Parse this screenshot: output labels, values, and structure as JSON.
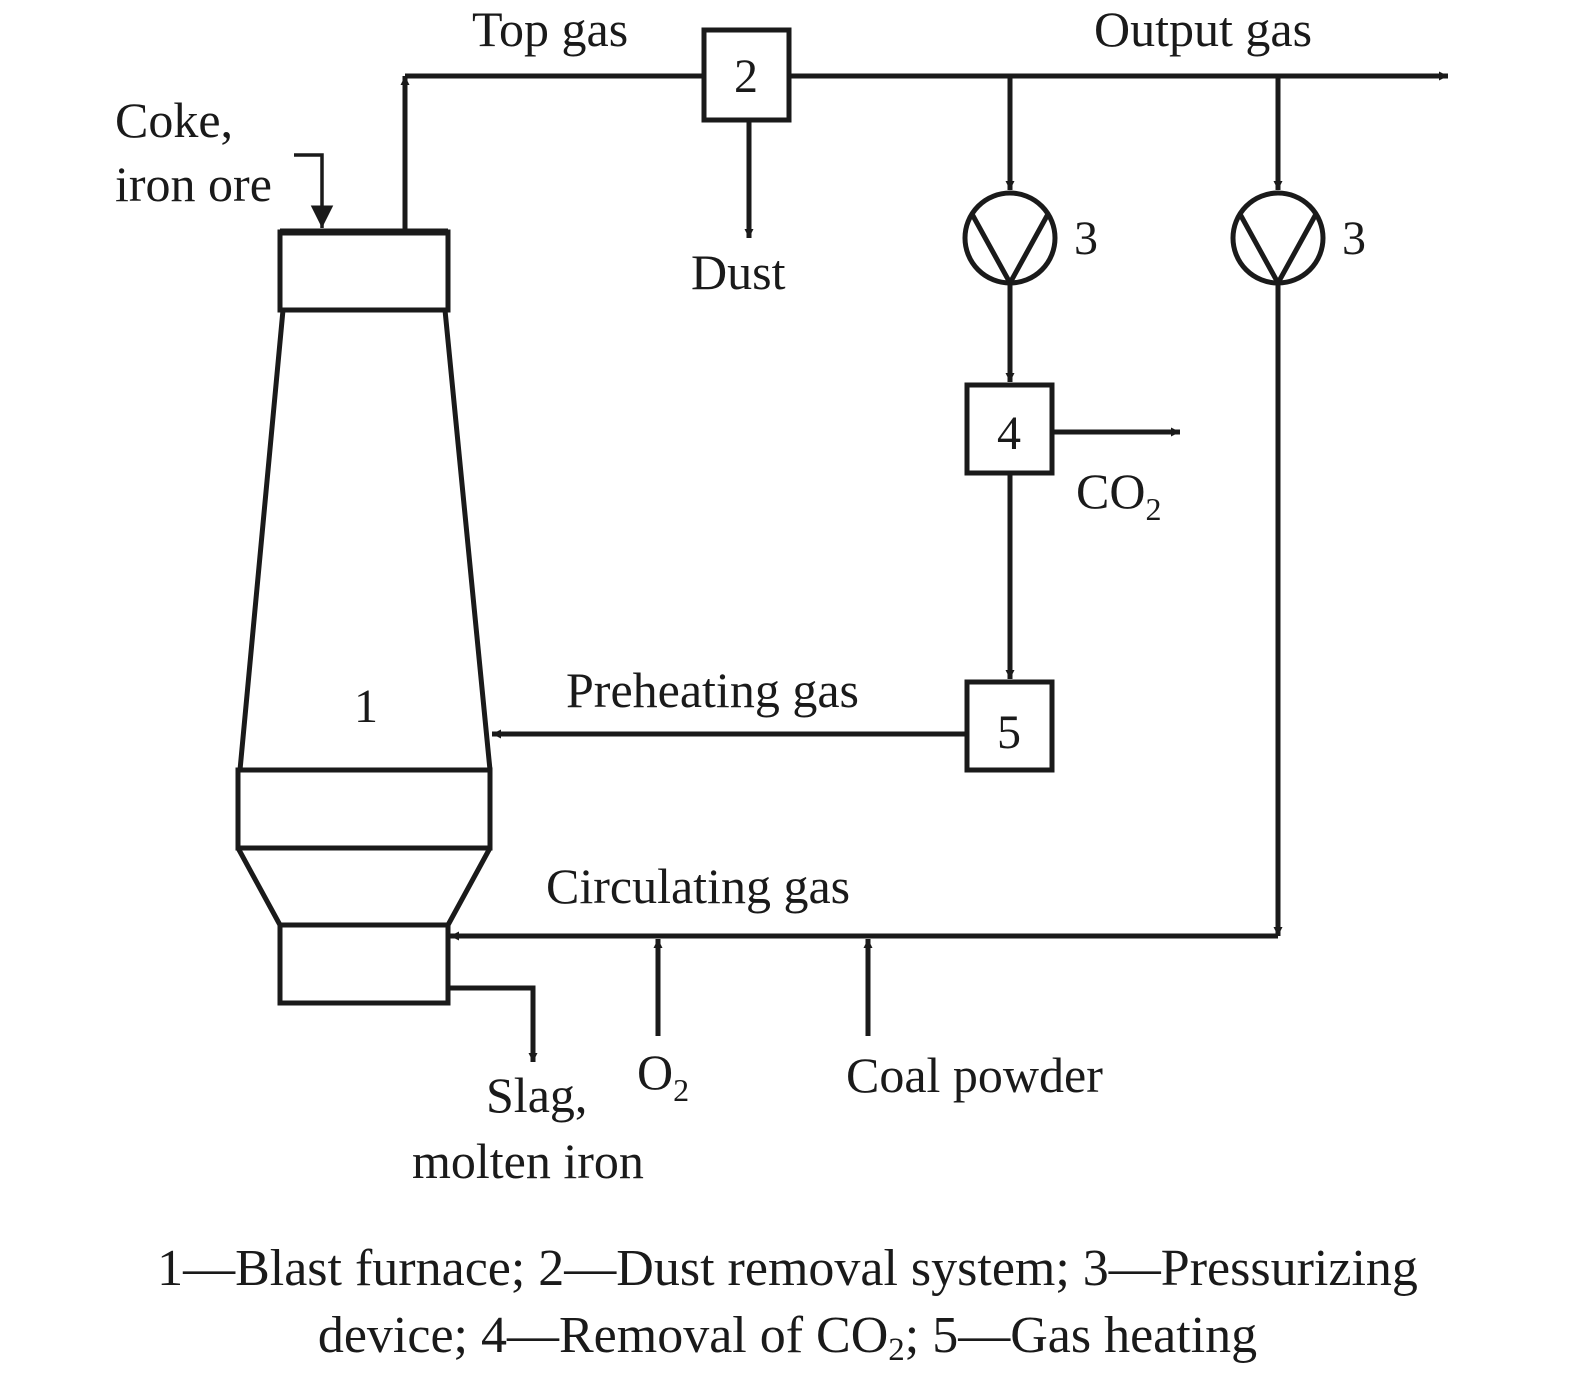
{
  "labels": {
    "top_gas": "Top gas",
    "output_gas": "Output gas",
    "coke": "Coke,",
    "iron_ore": "iron ore",
    "dust": "Dust",
    "co2_main": "CO",
    "co2_sub": "2",
    "preheating_gas": "Preheating gas",
    "circulating_gas": "Circulating gas",
    "slag": "Slag,",
    "molten_iron": "molten iron",
    "o2_main": "O",
    "o2_sub": "2",
    "coal_powder": "Coal powder"
  },
  "components": {
    "blast_furnace": "1",
    "dust_removal": "2",
    "pressurizing_a": "3",
    "pressurizing_b": "3",
    "co2_removal": "4",
    "gas_heating": "5"
  },
  "caption": {
    "line1": "1—Blast furnace; 2—Dust removal system; 3—Pressurizing",
    "line2_a": "device; 4—Removal of CO",
    "line2_sub": "2",
    "line2_b": "; 5—Gas heating"
  }
}
